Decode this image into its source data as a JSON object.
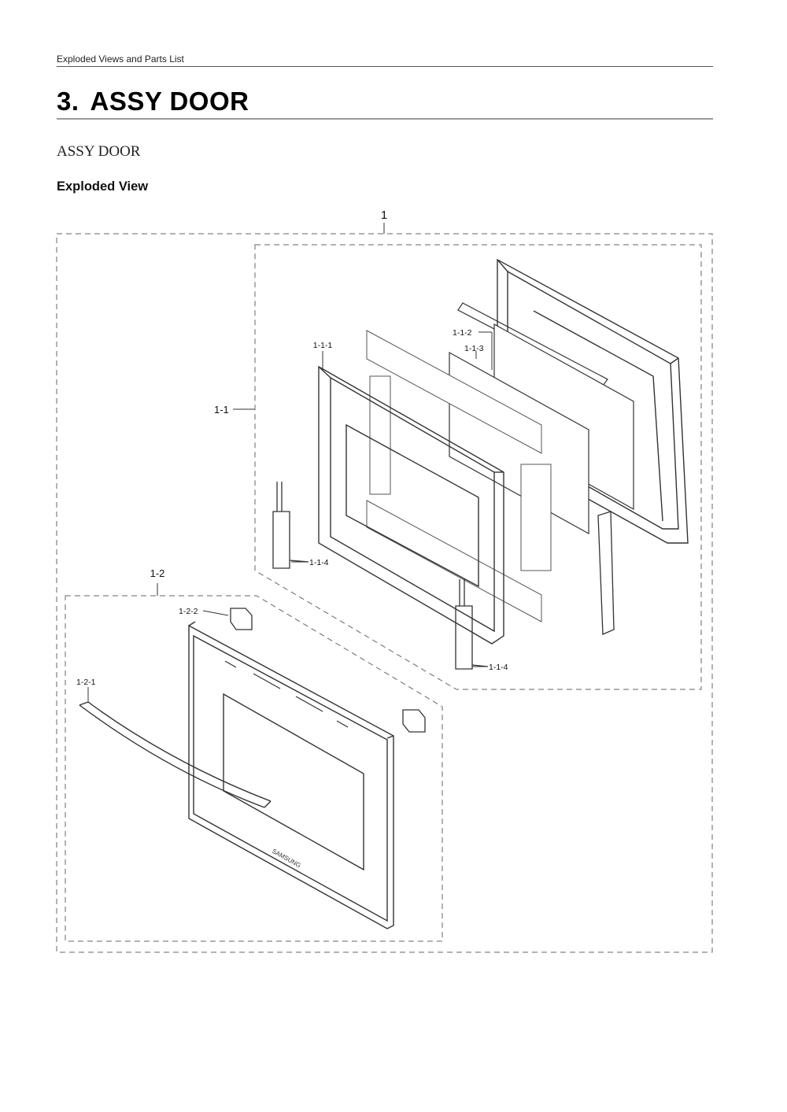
{
  "header": {
    "running_title": "Exploded Views and Parts List"
  },
  "page": {
    "section_number": "3.",
    "section_title": "ASSY DOOR",
    "subtitle": "ASSY DOOR",
    "view_heading": "Exploded View"
  },
  "diagram": {
    "callouts": {
      "assy_1": "1",
      "assy_1_1": "1-1",
      "part_1_1_1": "1-1-1",
      "part_1_1_2": "1-1-2",
      "part_1_1_3": "1-1-3",
      "part_1_1_4_a": "1-1-4",
      "part_1_1_4_b": "1-1-4",
      "assy_1_2": "1-2",
      "part_1_2_1": "1-2-1",
      "part_1_2_2": "1-2-2"
    },
    "brand_mark": "SAMSUNG"
  }
}
